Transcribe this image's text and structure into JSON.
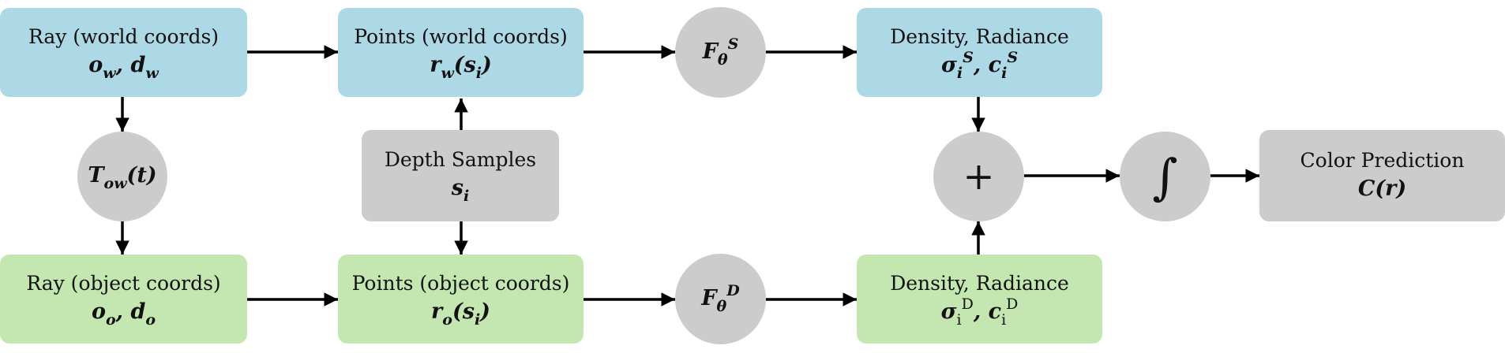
{
  "colors": {
    "world_box": "#add8e6",
    "object_box": "#c4e6b0",
    "neutral": "#cccccc",
    "arrow": "#000000"
  },
  "nodes": {
    "ray_world": {
      "label": "Ray (world coords)",
      "m1": "o",
      "s1": "w",
      "sep": ", ",
      "m2": "d",
      "s2": "w"
    },
    "points_world": {
      "label": "Points (world coords)",
      "m1": "r",
      "s1": "w",
      "m2": "(s",
      "s2": "i",
      "m3": ")"
    },
    "f_static": {
      "m1": "F",
      "s1": "θ",
      "sup": "S"
    },
    "density_static": {
      "label": "Density, Radiance",
      "m1": "σ",
      "s1": "i",
      "sup1": "S",
      "sep": ", ",
      "m2": "c",
      "s2": "i",
      "sup2": "S"
    },
    "transform": {
      "m1": "T",
      "s1": "ow",
      "m2": "(t)"
    },
    "depth_samples": {
      "label": "Depth Samples",
      "m1": "s",
      "s1": "i"
    },
    "plus": {
      "symbol": "+"
    },
    "integral": {
      "symbol": "∫"
    },
    "color_prediction": {
      "label": "Color Prediction",
      "m1": "C(r)"
    },
    "ray_object": {
      "label": "Ray (object coords)",
      "m1": "o",
      "s1": "o",
      "sep": ", ",
      "m2": "d",
      "s2": "o"
    },
    "points_object": {
      "label": "Points (object coords)",
      "m1": "r",
      "s1": "o",
      "m2": "(s",
      "s2": "i",
      "m3": ")"
    },
    "f_dynamic": {
      "m1": "F",
      "s1": "θ",
      "sup": "D"
    },
    "density_dynamic": {
      "label": "Density, Radiance",
      "m1": "σ",
      "s1": "i",
      "sup1": "D",
      "sep": ", ",
      "m2": "c",
      "s2": "i",
      "sup2": "D"
    }
  }
}
